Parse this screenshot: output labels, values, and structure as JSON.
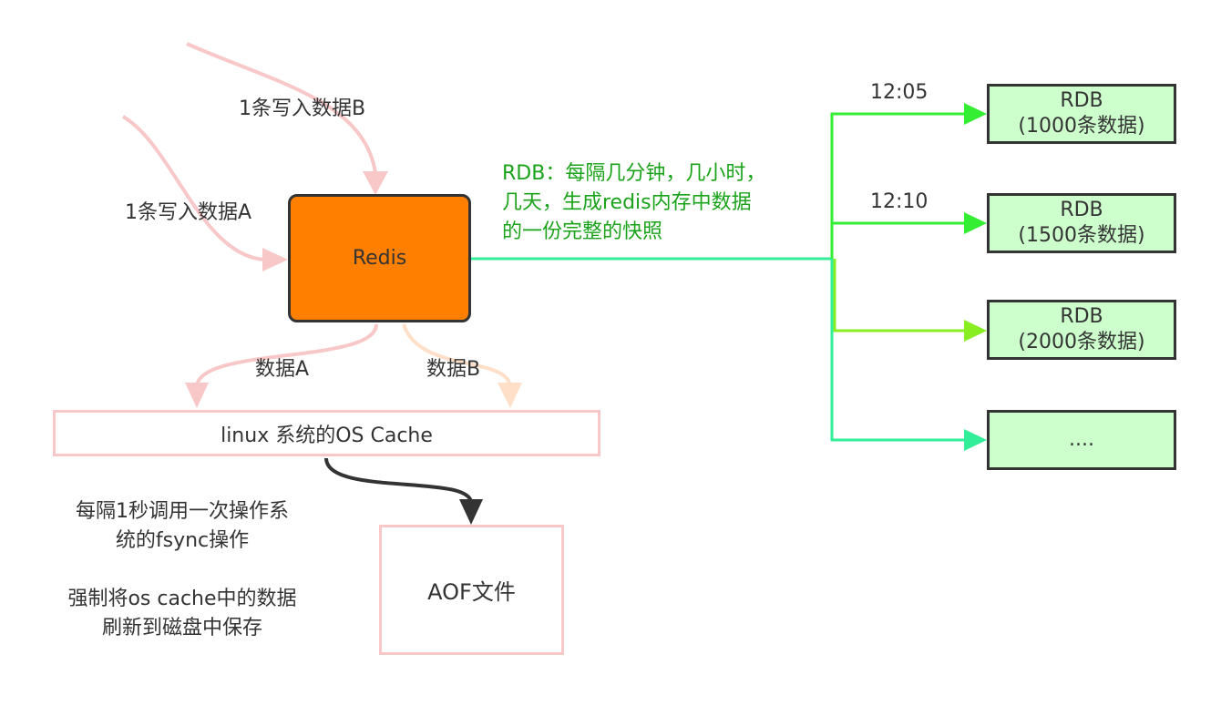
{
  "redis": {
    "label": "Redis"
  },
  "inputs": {
    "write_a": "1条写入数据A",
    "write_b": "1条写入数据B"
  },
  "outputs": {
    "data_a": "数据A",
    "data_b": "数据B"
  },
  "os_cache": {
    "label": "linux 系统的OS Cache"
  },
  "aof": {
    "label": "AOF文件"
  },
  "fsync_note": {
    "line1": "每隔1秒调用一次操作系",
    "line2": "统的fsync操作",
    "line3": "强制将os cache中的数据",
    "line4": "刷新到磁盘中保存"
  },
  "rdb_note": {
    "line1": "RDB：每隔几分钟，几小时，",
    "line2": "几天，生成redis内存中数据",
    "line3": "的一份完整的快照"
  },
  "times": {
    "t1": "12:05",
    "t2": "12:10"
  },
  "rdb_boxes": [
    {
      "title": "RDB",
      "subtitle": "(1000条数据)"
    },
    {
      "title": "RDB",
      "subtitle": "(1500条数据)"
    },
    {
      "title": "RDB",
      "subtitle": "(2000条数据)"
    },
    {
      "title": "....",
      "subtitle": ""
    }
  ],
  "colors": {
    "redis_fill": "#ff8000",
    "rdb_fill": "#ccffcc",
    "pink_line": "#f8c8c8",
    "green_line": "#33ff33",
    "teal_line": "#33ee99",
    "note_green": "#1aa31a"
  }
}
